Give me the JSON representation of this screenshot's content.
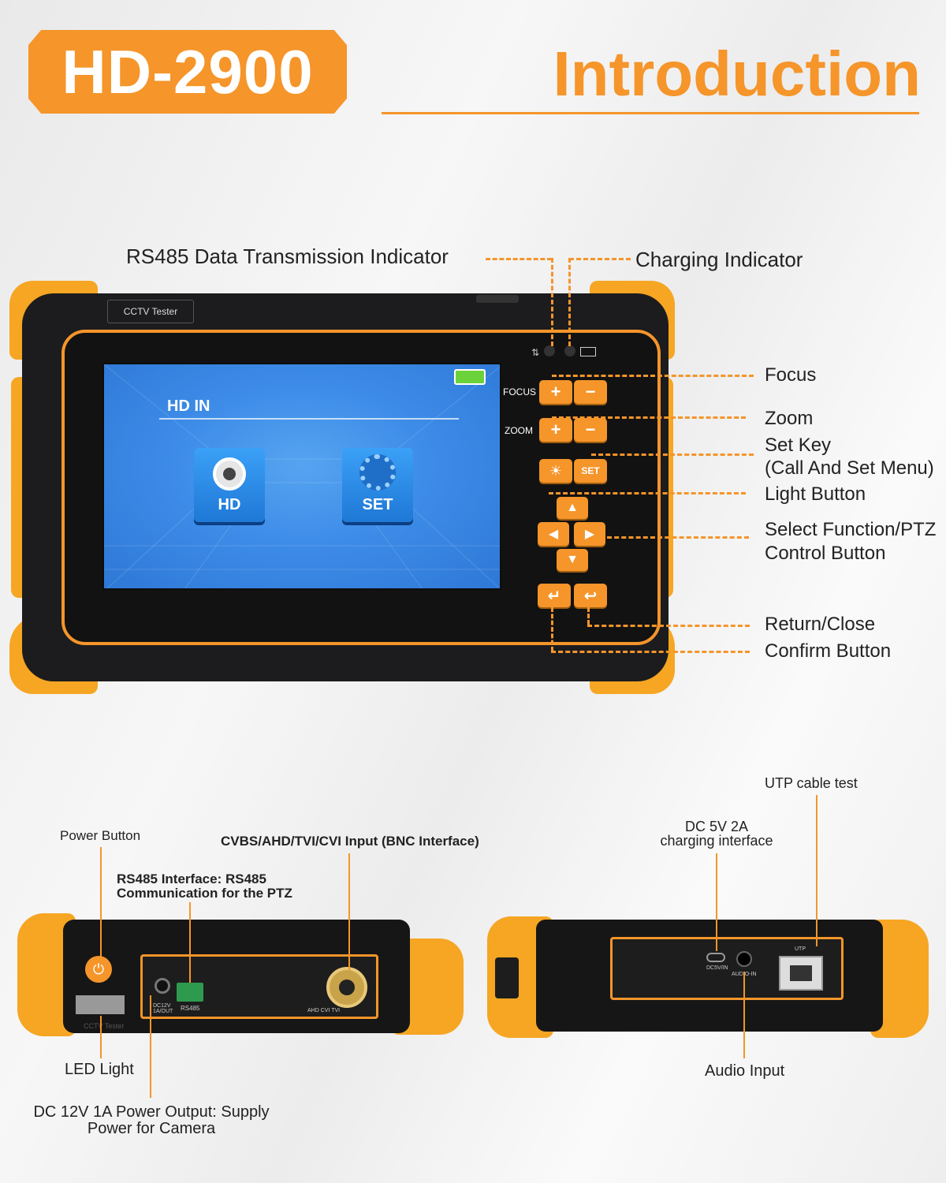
{
  "header": {
    "model": "HD-2900",
    "title": "Introduction"
  },
  "front": {
    "device_label": "CCTV Tester",
    "screen_title": "HD IN",
    "tiles": [
      {
        "caption": "HD",
        "icon": "camera-icon"
      },
      {
        "caption": "SET",
        "icon": "gear-icon"
      }
    ],
    "key_labels": {
      "focus": "FOCUS",
      "zoom": "ZOOM",
      "set": "SET"
    },
    "callouts": {
      "rs485_indicator": "RS485 Data Transmission Indicator",
      "charging_indicator": "Charging Indicator",
      "focus": "Focus",
      "zoom": "Zoom",
      "set_key": "Set Key",
      "set_key_sub": "(Call And Set Menu)",
      "light_button": "Light Button",
      "select_function": "Select Function/PTZ",
      "select_function_sub": "Control Button",
      "return_close": "Return/Close",
      "confirm_button": "Confirm Button"
    }
  },
  "left_side": {
    "power_button": "Power Button",
    "bnc_input": "CVBS/AHD/TVI/CVI Input (BNC Interface)",
    "rs485_interface_1": "RS485 Interface: RS485",
    "rs485_interface_2": "Communication for the PTZ",
    "led_light": "LED Light",
    "dc12_1": "DC 12V 1A Power Output: Supply",
    "dc12_2": "Power for Camera",
    "port_dc12": "DC12V 1A/OUT",
    "port_rs485": "RS485",
    "port_bnc": "AHD CVI TVI",
    "body_text": "CCTV Tester"
  },
  "right_side": {
    "utp_test": "UTP cable test",
    "dc5_1": "DC 5V 2A",
    "dc5_2": "charging interface",
    "audio_input": "Audio Input",
    "port_dc5": "DC5V/IN",
    "port_audio": "AUDIO-IN",
    "port_utp": "UTP"
  },
  "colors": {
    "accent": "#f5952a",
    "bumper": "#f6a623",
    "device_body": "#1c1c1e",
    "screen": "#3d8ce8"
  }
}
